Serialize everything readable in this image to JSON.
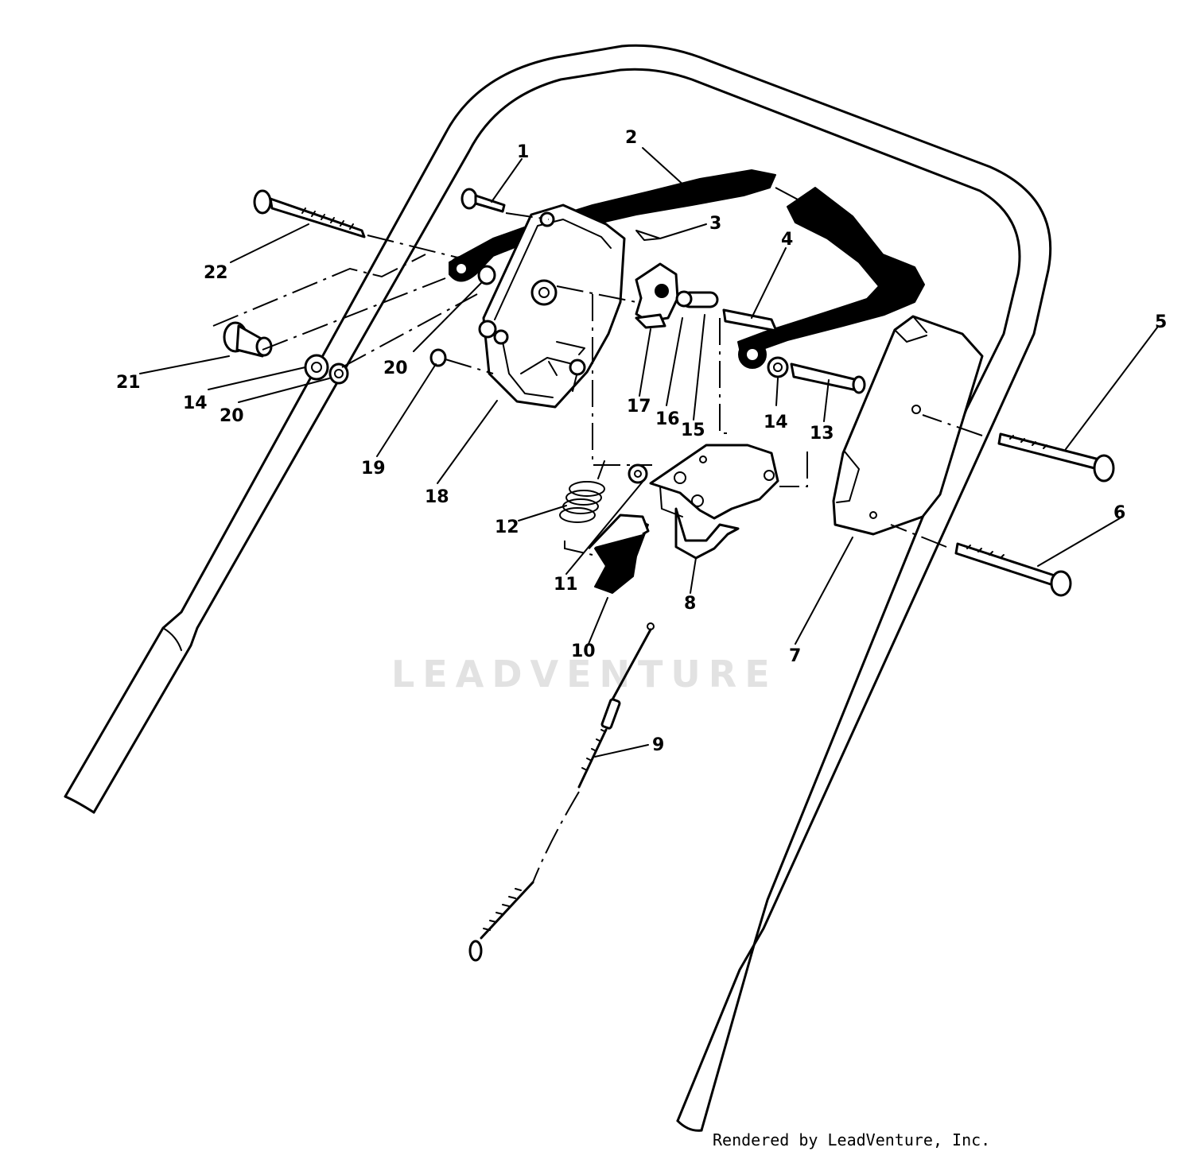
{
  "watermark": "LEADVENTURE",
  "credit": "Rendered by LeadVenture, Inc.",
  "callouts": {
    "c1": "1",
    "c2": "2",
    "c3": "3",
    "c4": "4",
    "c5": "5",
    "c6": "6",
    "c7": "7",
    "c8": "8",
    "c9": "9",
    "c10": "10",
    "c11": "11",
    "c12": "12",
    "c13": "13",
    "c14a": "14",
    "c14b": "14",
    "c15": "15",
    "c16": "16",
    "c17": "17",
    "c18": "18",
    "c19": "19",
    "c20a": "20",
    "c20b": "20",
    "c21": "21",
    "c22": "22"
  }
}
